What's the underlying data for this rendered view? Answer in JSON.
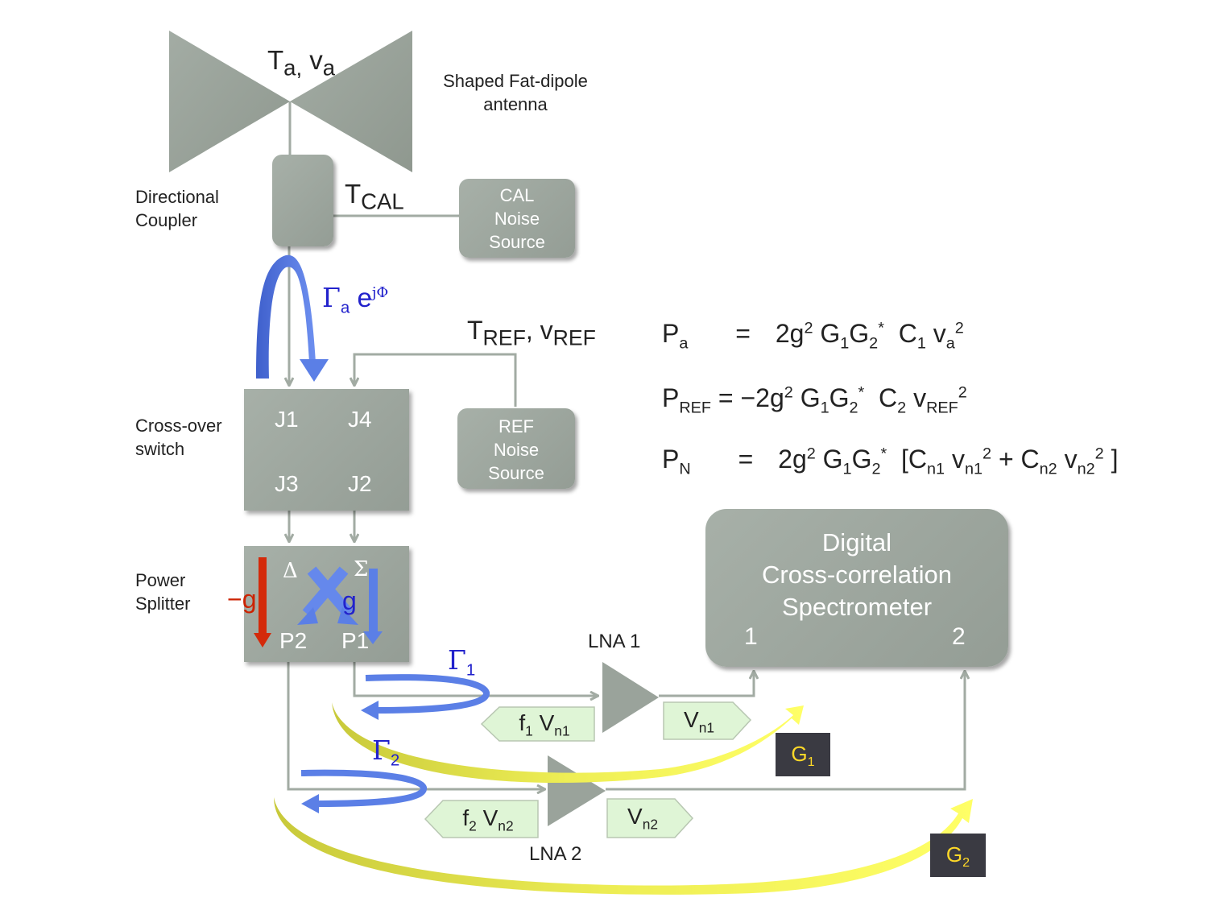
{
  "antenna": {
    "label_line1": "Shaped Fat-dipole",
    "label_line2": "antenna",
    "signal_T": "T",
    "signal_T_sub": "a,",
    "signal_v": " v",
    "signal_v_sub": "a"
  },
  "coupler": {
    "label_line1": "Directional",
    "label_line2": "Coupler",
    "tcal": "T",
    "tcal_sub": "CAL"
  },
  "cal_source": {
    "line1": "CAL",
    "line2": "Noise",
    "line3": "Source"
  },
  "reflection_a": {
    "gamma": "Γ",
    "gamma_sub": "a",
    "exp": " e",
    "exp_sup": "jΦ"
  },
  "tref": {
    "T": "T",
    "T_sub": "REF",
    "v": ", v",
    "v_sub": "REF"
  },
  "switch": {
    "label_line1": "Cross-over",
    "label_line2": "switch",
    "j1": "J1",
    "j4": "J4",
    "j3": "J3",
    "j2": "J2"
  },
  "ref_source": {
    "line1": "REF",
    "line2": "Noise",
    "line3": "Source"
  },
  "splitter": {
    "label_line1": "Power",
    "label_line2": "Splitter",
    "delta": "Δ",
    "sigma": "Σ",
    "neg_g": "−g",
    "g": "g",
    "p2": "P2",
    "p1": "P1"
  },
  "equations": {
    "pa": {
      "lhs": "P",
      "lhs_sub": "a",
      "eq": "=",
      "rhs_a": "2g",
      "rhs_a_sup": "2",
      "rhs_b": " G",
      "rhs_b_sub": "1",
      "rhs_c": "G",
      "rhs_c_sub": "2",
      "rhs_c_sup": "*",
      "rhs_d": "  C",
      "rhs_d_sub": "1",
      "rhs_e": " v",
      "rhs_e_sub": "a",
      "rhs_e_sup": "2"
    },
    "pref": {
      "lhs": "P",
      "lhs_sub": "REF",
      "eq": "=",
      "rhs_a": "−2g",
      "rhs_a_sup": "2",
      "rhs_b": " G",
      "rhs_b_sub": "1",
      "rhs_c": "G",
      "rhs_c_sub": "2",
      "rhs_c_sup": "*",
      "rhs_d": "  C",
      "rhs_d_sub": "2",
      "rhs_e": " v",
      "rhs_e_sub": "REF",
      "rhs_e_sup": "2"
    },
    "pn": {
      "lhs": "P",
      "lhs_sub": "N",
      "eq": "=",
      "rhs_a": "2g",
      "rhs_a_sup": "2",
      "rhs_b": " G",
      "rhs_b_sub": "1",
      "rhs_c": "G",
      "rhs_c_sub": "2",
      "rhs_c_sup": "*",
      "rhs_d": "  [C",
      "rhs_d_sub": "n1",
      "rhs_e": " v",
      "rhs_e_sub": "n1",
      "rhs_e_sup": "2",
      "rhs_f": " + C",
      "rhs_f_sub": "n2",
      "rhs_g": " v",
      "rhs_g_sub": "n2",
      "rhs_g_sup": "2",
      "rhs_h": " ]"
    }
  },
  "spectrometer": {
    "line1": "Digital",
    "line2": "Cross-correlation",
    "line3": "Spectrometer",
    "port1": "1",
    "port2": "2"
  },
  "lna1": {
    "label": "LNA 1"
  },
  "lna2": {
    "label": "LNA 2"
  },
  "gamma1": {
    "gamma": "Γ",
    "sub": "1"
  },
  "gamma2": {
    "gamma": "Γ",
    "sub": "2"
  },
  "noise_tags": {
    "f1vn1": {
      "f": "f",
      "f_sub": "1",
      "v": " V",
      "v_sub": "n1"
    },
    "vn1": {
      "v": "V",
      "v_sub": "n1"
    },
    "f2vn2": {
      "f": "f",
      "f_sub": "2",
      "v": " V",
      "v_sub": "n2"
    },
    "vn2": {
      "v": "V",
      "v_sub": "n2"
    }
  },
  "gain_boxes": {
    "g1": {
      "g": "G",
      "sub": "1"
    },
    "g2": {
      "g": "G",
      "sub": "2"
    }
  },
  "colors": {
    "block": "#9aa39b",
    "wire": "#a2aba3",
    "blue_arrow": "#5b7fe6",
    "red_arrow": "#d42a0a",
    "yellow_arrow": "#e8e84a",
    "noise_tag": "#dff5d6",
    "gain_box": "#3a3a42",
    "gain_text": "#ffd928"
  }
}
